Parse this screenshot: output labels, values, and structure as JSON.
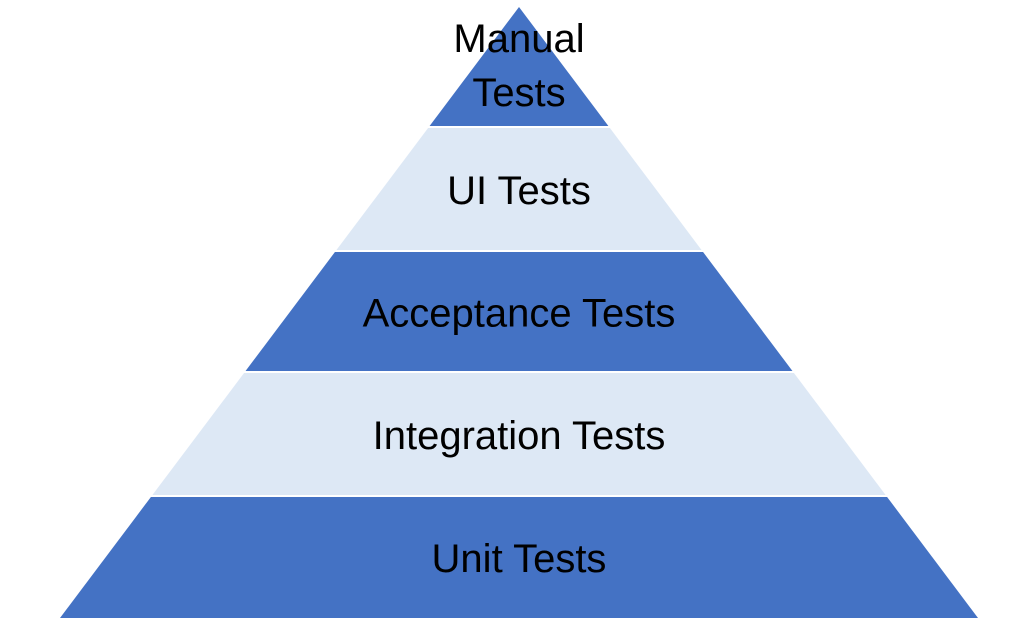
{
  "diagram": {
    "type": "pyramid",
    "colors": {
      "dark_tier": "#4472c4",
      "light_tier": "#dde8f5",
      "separator": "#ffffff",
      "text": "#000000"
    },
    "tiers": [
      {
        "lines": [
          "Manual",
          "Tests"
        ],
        "style": "dark"
      },
      {
        "lines": [
          "UI Tests"
        ],
        "style": "light"
      },
      {
        "lines": [
          "Acceptance Tests"
        ],
        "style": "dark"
      },
      {
        "lines": [
          "Integration Tests"
        ],
        "style": "light"
      },
      {
        "lines": [
          "Unit Tests"
        ],
        "style": "dark"
      }
    ]
  }
}
